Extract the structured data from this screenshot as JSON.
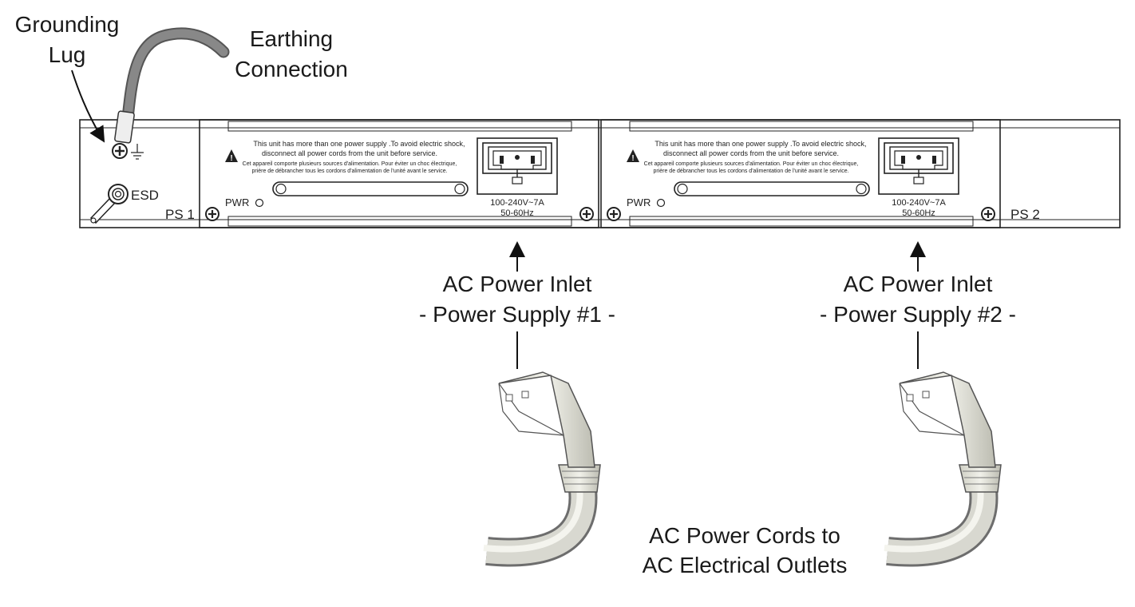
{
  "callouts": {
    "grounding_lug": [
      "Grounding",
      "Lug"
    ],
    "earthing": [
      "Earthing",
      "Connection"
    ],
    "inlet1": [
      "AC Power Inlet",
      "- Power Supply #1 -"
    ],
    "inlet2": [
      "AC Power Inlet",
      "- Power Supply #2 -"
    ],
    "cords": [
      "AC Power Cords to",
      "AC Electrical Outlets"
    ]
  },
  "chassis": {
    "esd_label": "ESD",
    "power_supplies": [
      {
        "id": "PS 1",
        "pwr_label": "PWR",
        "warning_en": [
          "This unit has more than one power supply .To avoid electric shock,",
          "disconnect all power cords from the unit before service."
        ],
        "warning_fr": [
          "Cet appareil comporte plusieurs sources  d'alimentation. Pour éviter un choc électrique,",
          "prière de débrancher tous les cordons d'alimentation de l'unité avant le service."
        ],
        "rating": [
          "100-240V~7A",
          "50-60Hz"
        ]
      },
      {
        "id": "PS 2",
        "pwr_label": "PWR",
        "warning_en": [
          "This unit has more than one power supply .To avoid electric shock,",
          "disconnect all power cords from the unit before service."
        ],
        "warning_fr": [
          "Cet appareil comporte plusieurs sources  d'alimentation. Pour éviter un choc électrique,",
          "prière de débrancher tous les cordons d'alimentation de l'unité avant le service."
        ],
        "rating": [
          "100-240V~7A",
          "50-60Hz"
        ]
      }
    ]
  },
  "colors": {
    "line": "#222222",
    "cable": "#7a7a7a",
    "plug": "#e6e6dc"
  }
}
